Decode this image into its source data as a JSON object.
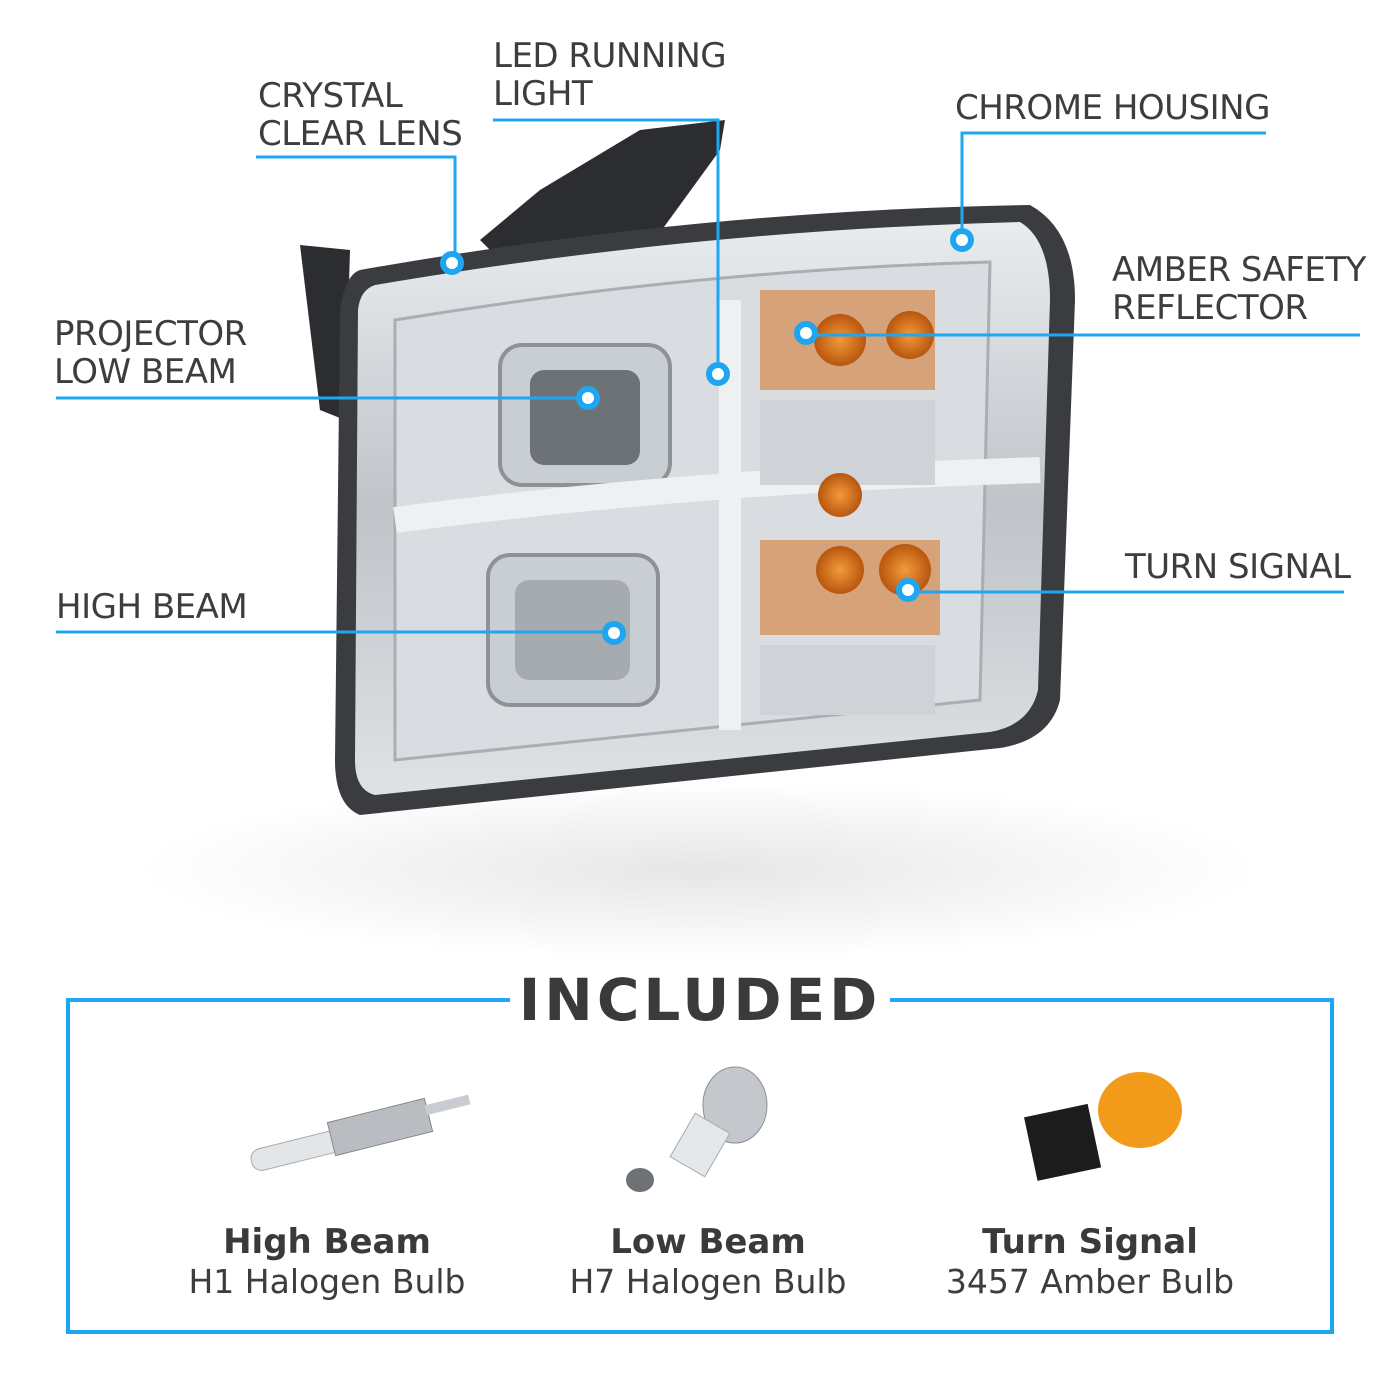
{
  "callouts": {
    "crystal_lens": [
      "CRYSTAL",
      "CLEAR LENS"
    ],
    "led_running": [
      "LED RUNNING",
      "LIGHT"
    ],
    "chrome_housing": [
      "CHROME HOUSING"
    ],
    "amber_reflector": [
      "AMBER SAFETY",
      "REFLECTOR"
    ],
    "projector_low": [
      "PROJECTOR",
      "LOW BEAM"
    ],
    "turn_signal": [
      "TURN SIGNAL"
    ],
    "high_beam": [
      "HIGH BEAM"
    ]
  },
  "included": {
    "title": "INCLUDED",
    "items": [
      {
        "name": "High Beam",
        "desc": "H1 Halogen Bulb"
      },
      {
        "name": "Low Beam",
        "desc": "H7 Halogen Bulb"
      },
      {
        "name": "Turn Signal",
        "desc": "3457 Amber Bulb"
      }
    ]
  },
  "colors": {
    "accent": "#1ea7f0",
    "text": "#3c3c3c",
    "amber": "#e07a1a"
  }
}
